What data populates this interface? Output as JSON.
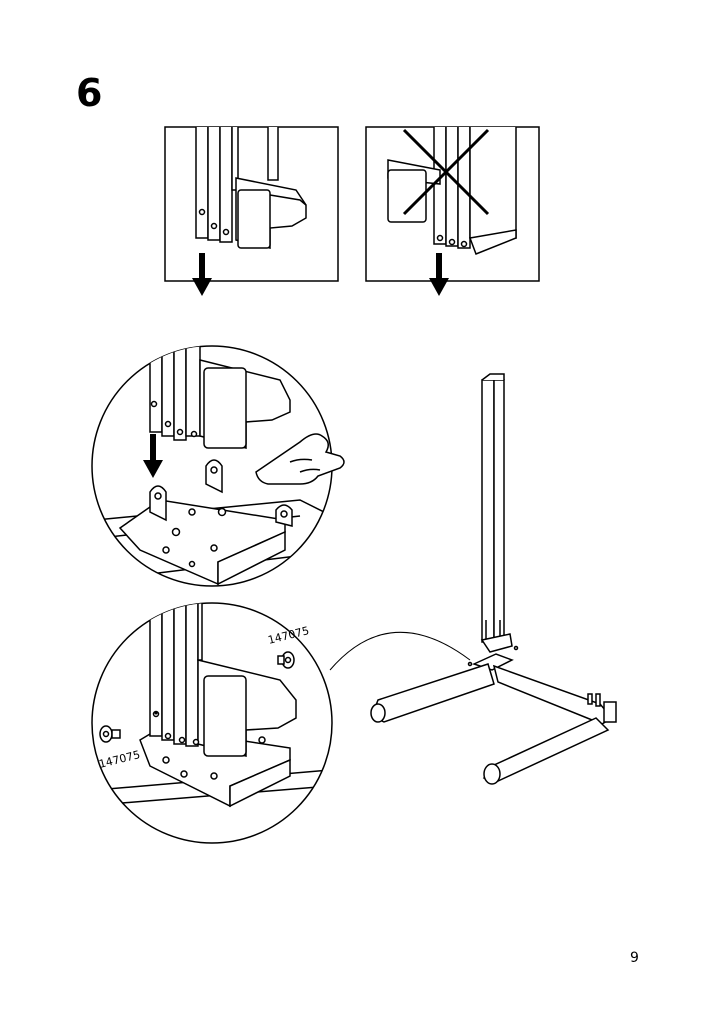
{
  "step_number": "6",
  "page_number": "9",
  "parts": {
    "screw_part_number_right": "147075",
    "screw_part_number_left": "147075"
  }
}
